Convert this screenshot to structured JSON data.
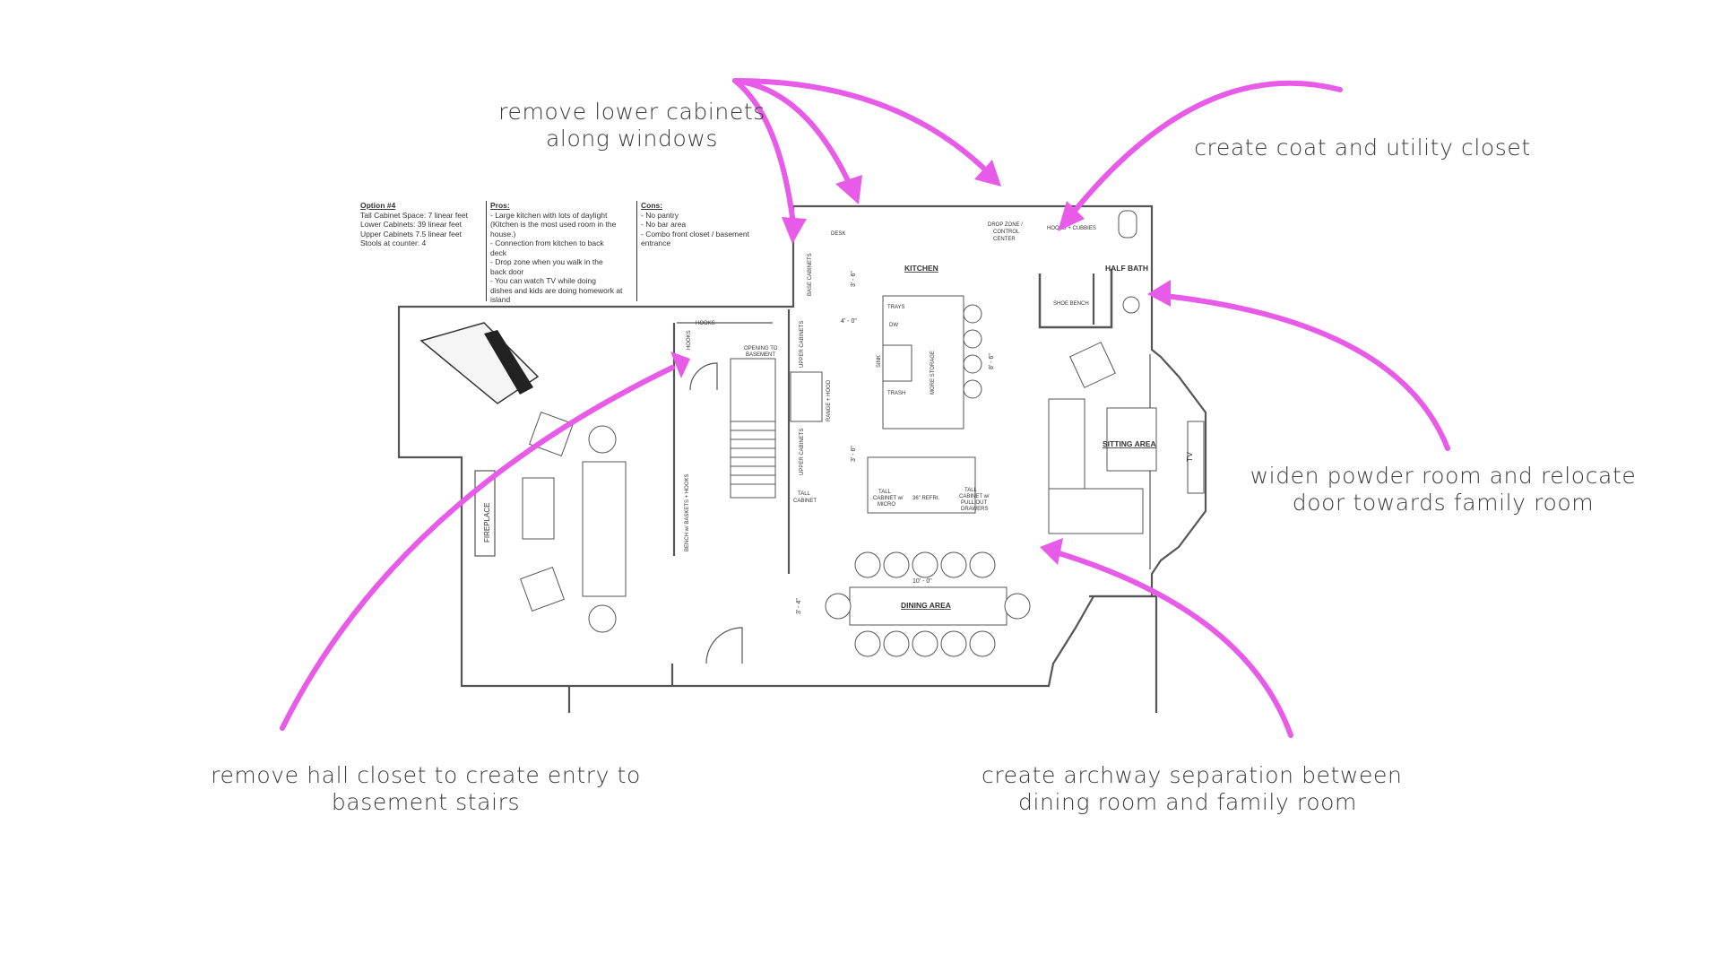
{
  "annotations": {
    "lower_cabinets": [
      "remove lower cabinets",
      "along windows"
    ],
    "coat_closet": "create coat and utility closet",
    "powder_room": [
      "widen powder room and relocate",
      "door towards family room"
    ],
    "hall_closet": [
      "remove hall closet to create entry to",
      "basement stairs"
    ],
    "archway": [
      "create archway separation between",
      "dining room and family room"
    ]
  },
  "info": {
    "option": {
      "header": "Option #4",
      "lines": [
        "Tall Cabinet Space: 7 linear feet",
        "Lower Cabinets: 39 linear feet",
        "Upper Cabinets 7.5 linear feet",
        "Stools at counter: 4"
      ]
    },
    "pros": {
      "header": "Pros:",
      "lines": [
        "- Large kitchen with lots of daylight",
        "(Kitchen is the most used room in the",
        "house.)",
        "- Connection from kitchen to back",
        "deck",
        "- Drop zone when you walk in the",
        "back door",
        "- You can watch TV while doing",
        "dishes and kids are doing homework at",
        "island"
      ]
    },
    "cons": {
      "header": "Cons:",
      "lines": [
        "- No pantry",
        "- No bar area",
        "- Combo front closet / basement",
        "entrance"
      ]
    }
  },
  "plan_labels": {
    "kitchen": "KITCHEN",
    "half_bath": "HALF BATH",
    "sitting_area": "SITTING AREA",
    "dining_area": "DINING AREA",
    "tv": "TV",
    "fireplace": "FIREPLACE",
    "desk": "DESK",
    "drop_zone": [
      "DROP ZONE /",
      "CONTROL",
      "CENTER"
    ],
    "hooks_cubbies": "HOOKS + CUBBIES",
    "shoe_bench": "SHOE BENCH",
    "base_cabinets": "BASE CABINETS",
    "upper_cabinets_1": "UPPER CABINETS",
    "upper_cabinets_2": "UPPER CABINETS",
    "range_hood": "RANGE + HOOD",
    "tall_cabinet": [
      "TALL",
      "CABINET"
    ],
    "hooks_1": "HOOKS",
    "hooks_2": "HOOKS",
    "opening": [
      "OPENING TO",
      "BASEMENT"
    ],
    "bench": "BENCH w/ BASKETS + HOOKS",
    "trays": "TRAYS",
    "dw": "DW",
    "sink": "SINK",
    "trash": "TRASH",
    "more_storage": "MORE STORAGE",
    "tall_micro": [
      "TALL",
      "CABINET w/",
      "MICRO"
    ],
    "fridge": "36\" REFRI.",
    "tall_drawers": [
      "TALL",
      "CABINET w/",
      "PULL OUT",
      "DRAWERS"
    ],
    "dim_4_0": "4' - 0\"",
    "dim_3_6a": "3' - 6\"",
    "dim_3_6b": "3' - 6\"",
    "dim_8_6": "8' - 6\"",
    "dim_10_0": "10' - 0\"",
    "dim_3_4": "3' - 4\""
  },
  "colors": {
    "arrow": "#e85ae8",
    "wall": "#555555",
    "text": "#3a3a3a"
  }
}
